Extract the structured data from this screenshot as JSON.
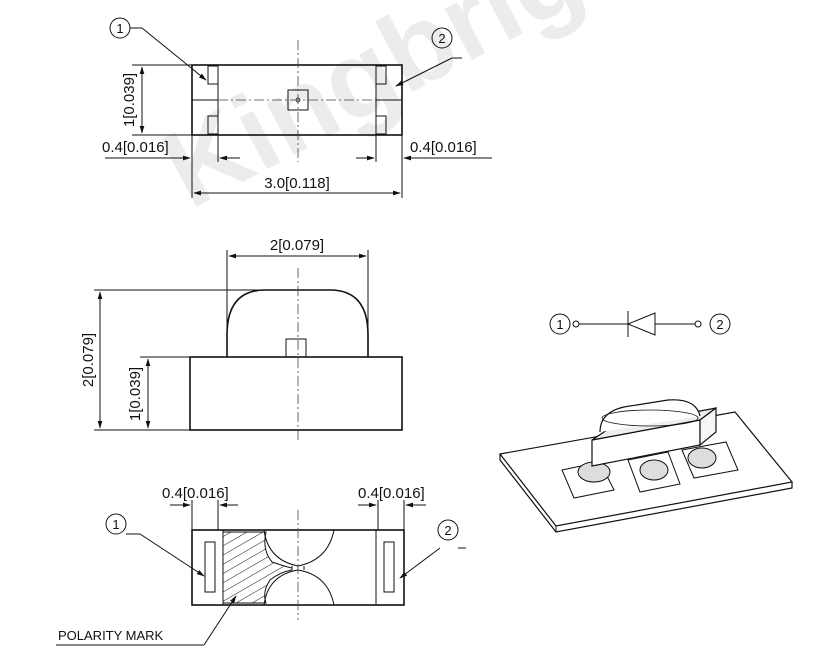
{
  "watermark": "Kingbright",
  "callouts": {
    "pin1": "1",
    "pin2": "2"
  },
  "top_view": {
    "height_label": "1[0.039]",
    "left_pad_label": "0.4[0.016]",
    "right_pad_label": "0.4[0.016]",
    "width_label": "3.0[0.118]"
  },
  "side_view": {
    "lens_width_label": "2[0.079]",
    "total_height_label": "2[0.079]",
    "body_height_label": "1[0.039]"
  },
  "bottom_view": {
    "left_pad_label": "0.4[0.016]",
    "right_pad_label": "0.4[0.016]",
    "polarity_label": "POLARITY MARK"
  },
  "schematic": {
    "anode_label": "1",
    "cathode_label": "2"
  }
}
